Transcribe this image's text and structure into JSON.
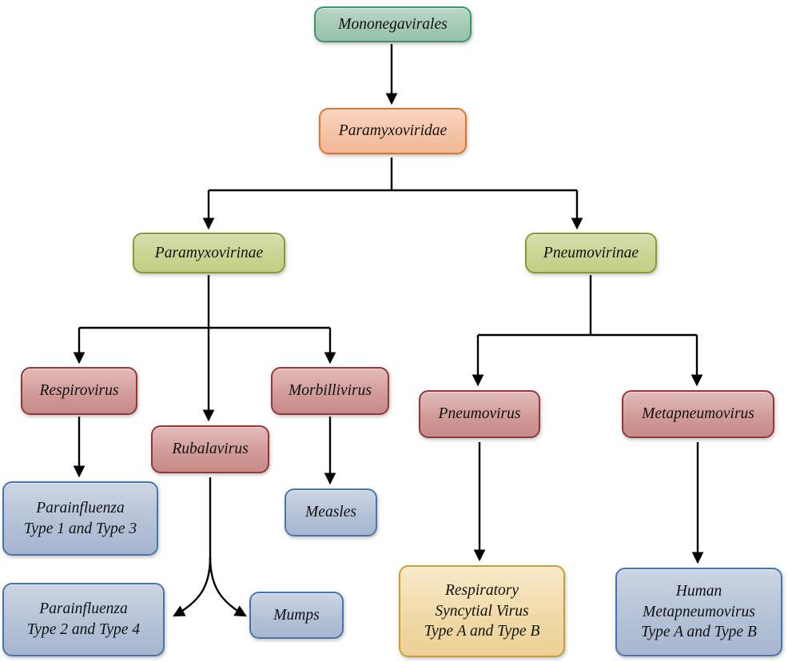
{
  "diagram": {
    "type": "taxonomy-flowchart",
    "connector_color": "#000000",
    "background": "#ffffff",
    "palette": {
      "order_green": {
        "fill_top": "#bcd7c8",
        "fill_bottom": "#98c1aa",
        "border": "#43926f"
      },
      "family_orange": {
        "fill_top": "#fad6c0",
        "fill_bottom": "#f0b998",
        "border": "#e0732c"
      },
      "subfamily_olive": {
        "fill_top": "#d6dfaf",
        "fill_bottom": "#c2cd86",
        "border": "#8a9a2e"
      },
      "genus_red": {
        "fill_top": "#e2bcba",
        "fill_bottom": "#c68b89",
        "border": "#953735"
      },
      "species_blue": {
        "fill_top": "#ccd5e3",
        "fill_bottom": "#a6b6cf",
        "border": "#4a74ad"
      },
      "species_yellow": {
        "fill_top": "#f8e9c9",
        "fill_bottom": "#ecd096",
        "border": "#c99f35"
      }
    },
    "nodes": {
      "mononegavirales": {
        "label": "Mononegavirales",
        "style": "order_green"
      },
      "paramyxoviridae": {
        "label": "Paramyxoviridae",
        "style": "family_orange"
      },
      "paramyxovirinae": {
        "label": "Paramyxovirinae",
        "style": "subfamily_olive"
      },
      "pneumovirinae": {
        "label": "Pneumovirinae",
        "style": "subfamily_olive"
      },
      "respirovirus": {
        "label": "Respirovirus",
        "style": "genus_red"
      },
      "rubalavirus": {
        "label": "Rubalavirus",
        "style": "genus_red"
      },
      "morbillivirus": {
        "label": "Morbillivirus",
        "style": "genus_red"
      },
      "pneumovirus": {
        "label": "Pneumovirus",
        "style": "genus_red"
      },
      "metapneumovirus": {
        "label": "Metapneumovirus",
        "style": "genus_red"
      },
      "parainfluenza_1_3": {
        "label": "Parainfluenza\nType 1 and Type 3",
        "style": "species_blue"
      },
      "parainfluenza_2_4": {
        "label": "Parainfluenza\nType 2 and Type 4",
        "style": "species_blue"
      },
      "measles": {
        "label": "Measles",
        "style": "species_blue"
      },
      "mumps": {
        "label": "Mumps",
        "style": "species_blue"
      },
      "rsv": {
        "label": "Respiratory\nSyncytial Virus\nType A and Type B",
        "style": "species_yellow"
      },
      "hmpv": {
        "label": "Human\nMetapneumovirus\nType A and Type B",
        "style": "species_blue"
      }
    },
    "edges": [
      {
        "from": "Mononegavirales",
        "to": "Paramyxoviridae"
      },
      {
        "from": "Paramyxoviridae",
        "to": "Paramyxovirinae"
      },
      {
        "from": "Paramyxoviridae",
        "to": "Pneumovirinae"
      },
      {
        "from": "Paramyxovirinae",
        "to": "Respirovirus"
      },
      {
        "from": "Paramyxovirinae",
        "to": "Rubalavirus"
      },
      {
        "from": "Paramyxovirinae",
        "to": "Morbillivirus"
      },
      {
        "from": "Respirovirus",
        "to": "Parainfluenza Type 1 and Type 3"
      },
      {
        "from": "Rubalavirus",
        "to": "Parainfluenza Type 2 and Type 4"
      },
      {
        "from": "Rubalavirus",
        "to": "Mumps"
      },
      {
        "from": "Morbillivirus",
        "to": "Measles"
      },
      {
        "from": "Pneumovirinae",
        "to": "Pneumovirus"
      },
      {
        "from": "Pneumovirinae",
        "to": "Metapneumovirus"
      },
      {
        "from": "Pneumovirus",
        "to": "Respiratory Syncytial Virus Type A and Type B"
      },
      {
        "from": "Metapneumovirus",
        "to": "Human Metapneumovirus Type A and Type B"
      }
    ]
  }
}
